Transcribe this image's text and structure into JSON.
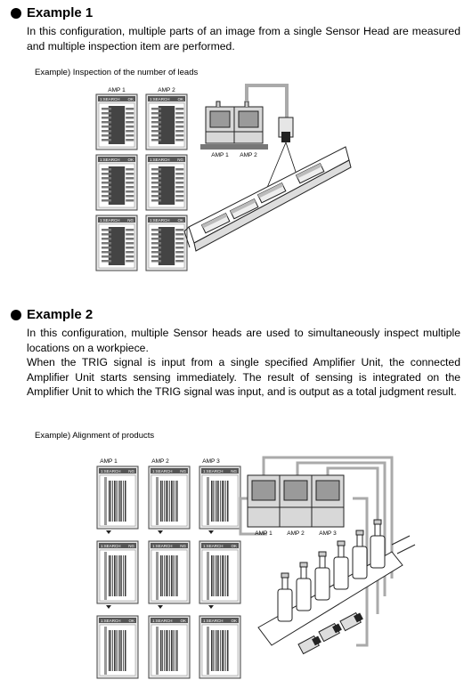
{
  "example1": {
    "heading": "Example 1",
    "paragraph": "In this configuration, multiple parts of an image from a single Sensor Head are measured and multiple inspection item are performed.",
    "caption": "Example) Inspection of the number of leads",
    "amp_labels": [
      "AMP 1",
      "AMP 2"
    ],
    "unit_labels": [
      "AMP 1",
      "AMP 2"
    ],
    "screens": [
      {
        "mode": "1:SEARCH",
        "result": "OK"
      },
      {
        "mode": "1:SEARCH",
        "result": "OK"
      },
      {
        "mode": "1:SEARCH",
        "result": "OK"
      },
      {
        "mode": "1:SEARCH",
        "result": "NG"
      },
      {
        "mode": "1:SEARCH",
        "result": "NG"
      },
      {
        "mode": "1:SEARCH",
        "result": "OK"
      }
    ]
  },
  "example2": {
    "heading": "Example 2",
    "paragraph1": "In this configuration, multiple Sensor heads are used to simultaneously inspect multiple locations on a workpiece.",
    "paragraph2": "When the TRIG signal is input from a single specified Amplifier Unit, the connected Amplifier Unit starts sensing immediately. The result of sensing is integrated on the Amplifier Unit to which the TRIG signal was input, and is output as a total judgment result.",
    "caption": "Example) Alignment of products",
    "amp_labels": [
      "AMP 1",
      "AMP 2",
      "AMP 3"
    ],
    "unit_labels": [
      "AMP 1",
      "AMP 2",
      "AMP 3"
    ],
    "screens": [
      {
        "mode": "1:SEARCH",
        "result": "NG"
      },
      {
        "mode": "1:SEARCH",
        "result": "NG"
      },
      {
        "mode": "1:SEARCH",
        "result": "NG"
      },
      {
        "mode": "1:SEARCH",
        "result": "NG"
      },
      {
        "mode": "1:SEARCH",
        "result": "NG"
      },
      {
        "mode": "1:SEARCH",
        "result": "OK"
      },
      {
        "mode": "1:SEARCH",
        "result": "OK"
      },
      {
        "mode": "1:SEARCH",
        "result": "OK"
      },
      {
        "mode": "1:SEARCH",
        "result": "OK"
      }
    ]
  }
}
